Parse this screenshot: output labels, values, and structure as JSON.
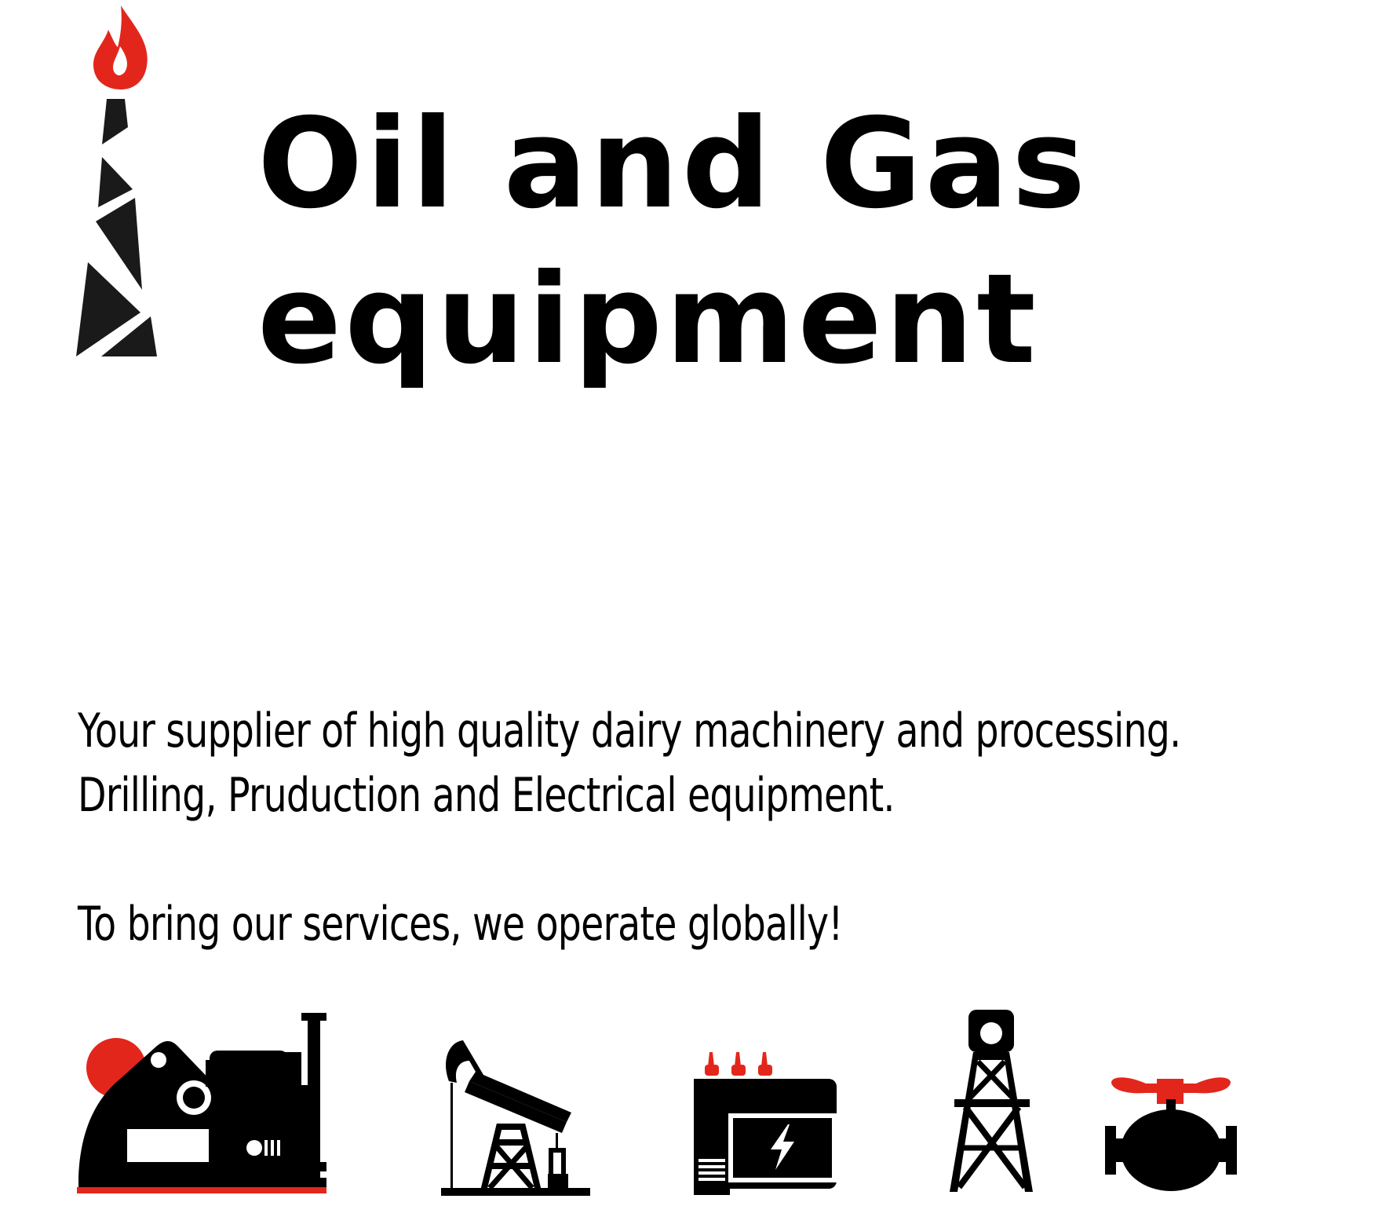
{
  "brand": {
    "logo_icon": "oil-derrick-flame-icon",
    "title_line1": "Oil and Gas",
    "title_line2": "equipment"
  },
  "tagline": {
    "line1": "Your supplier of high quality dairy machinery and processing.",
    "line2": "Drilling, Pruduction and Electrical equipment.",
    "line3": "To bring our services, we operate globally!"
  },
  "icons": [
    {
      "name": "drilling-engine-icon"
    },
    {
      "name": "pumpjack-icon"
    },
    {
      "name": "electrical-transformer-icon"
    },
    {
      "name": "drilling-rig-tower-icon"
    },
    {
      "name": "pipeline-valve-icon"
    }
  ],
  "colors": {
    "accent": "#e3261c",
    "ink": "#000000",
    "logo_ink": "#1a1a1a",
    "background": "#ffffff"
  }
}
